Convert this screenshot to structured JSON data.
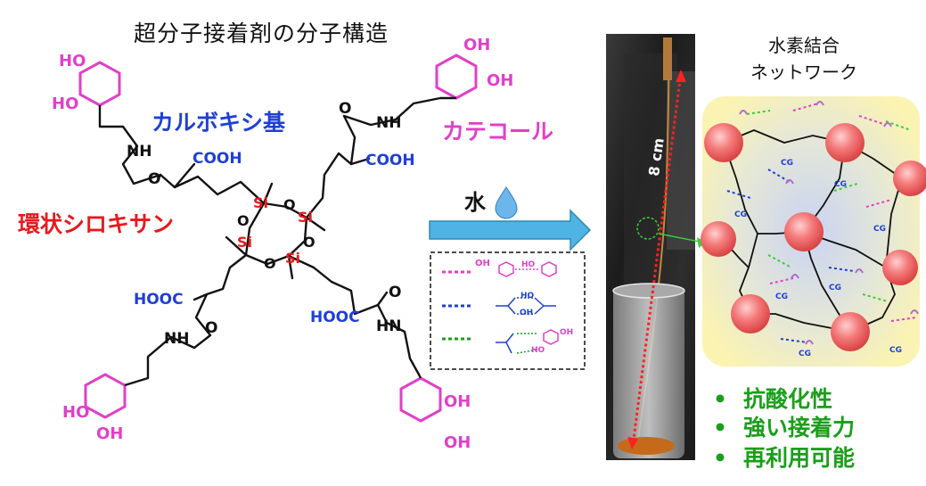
{
  "title": "超分子接着剤の分子構造",
  "labels": {
    "carboxyl": "カルボキシ基",
    "catechol": "カテコール",
    "siloxane": "環状シロキサン",
    "water": "水"
  },
  "groups": {
    "ho": "HO",
    "oh": "OH",
    "nh": "NH",
    "hn": "HN",
    "o": "O",
    "cooh": "COOH",
    "hooc": "HOOC",
    "si": "Si"
  },
  "photo": {
    "length_label": "8 cm"
  },
  "network": {
    "title_line1": "水素結合",
    "title_line2": "ネットワーク",
    "cg": "CG"
  },
  "properties": [
    "抗酸化性",
    "強い接着力",
    "再利用可能"
  ],
  "bullet": "•",
  "colors": {
    "blue": "#1f3fd6",
    "magenta": "#e040c8",
    "red": "#e8191c",
    "green": "#1b9e1b",
    "arrow": "#4fb3e3"
  }
}
